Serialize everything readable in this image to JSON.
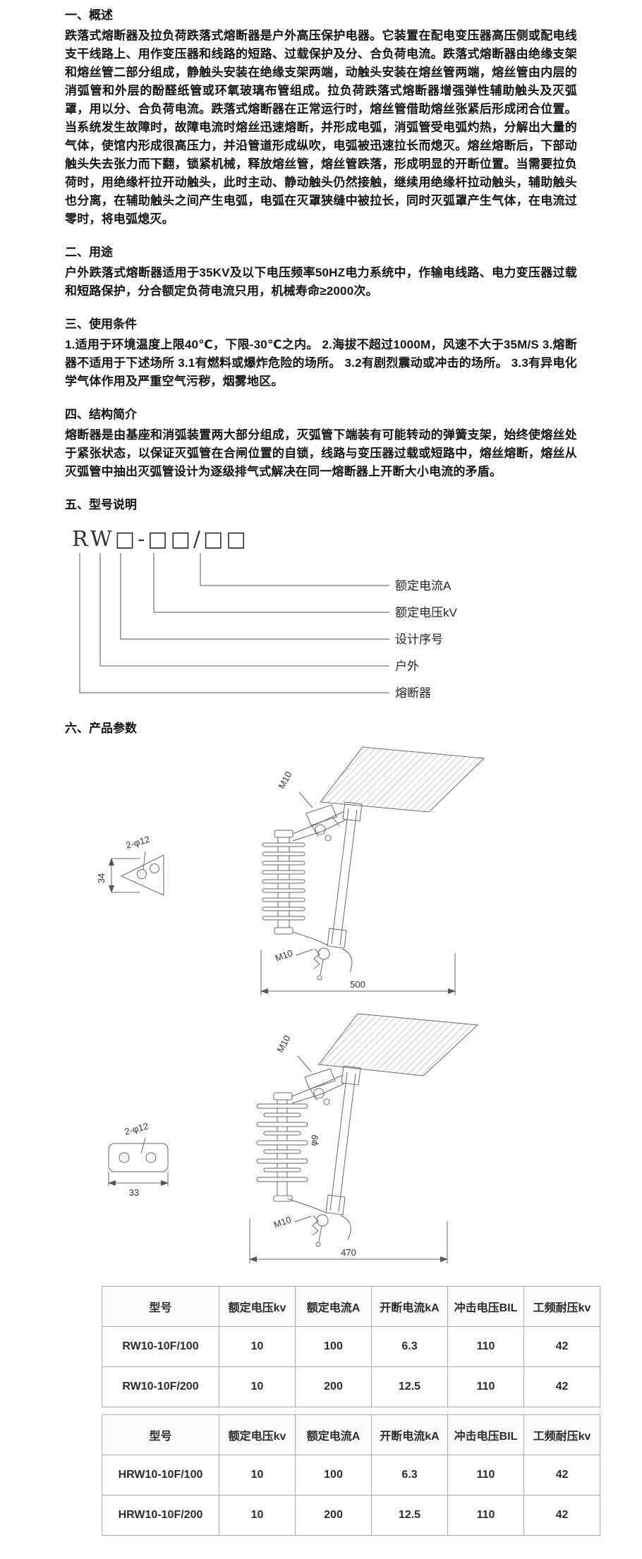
{
  "sections": {
    "overview": {
      "title": "一、概述",
      "body": "跌落式熔断器及拉负荷跌落式熔断器是户外高压保护电器。它装置在配电变压器高压侧或配电线支干线路上、用作变压器和线路的短路、过载保护及分、合负荷电流。跌落式熔断器由绝缘支架和熔丝管二部分组成，静触头安装在绝缘支架两端，动触头安装在熔丝管两端，熔丝管由内层的消弧管和外层的酚醛纸管或环氧玻璃布管组成。拉负荷跌落式熔断器增强弹性辅助触头及灭弧罩，用以分、合负荷电流。跌落式熔断器在正常运行时，熔丝管借助熔丝张紧后形成闭合位置。当系统发生故障时，故障电流时熔丝迅速熔断，并形成电弧，消弧管受电弧灼热，分解出大量的气体，使馆内形成很高压力，并沿管道形成纵吹，电弧被迅速拉长而熄灭。熔丝熔断后，下部动触头失去张力而下翻，锁紧机械，释放熔丝管，熔丝管跌落，形成明显的开断位置。当需要拉负荷时，用绝缘杆拉开动触头，此时主动、静动触头仍然接触，继续用绝缘杆拉动触头，辅助触头也分离，在辅助触头之间产生电弧，电弧在灭罩狭缝中被拉长，同时灭弧罩产生气体，在电流过零时，将电弧熄灭。"
    },
    "usage": {
      "title": "二、用途",
      "body": "户外跌落式熔断器适用于35KV及以下电压频率50HZ电力系统中，作输电线路、电力变压器过载和短路保护，分合额定负荷电流只用，机械寿命≥2000次。"
    },
    "conditions": {
      "title": "三、使用条件",
      "body": "1.适用于环境温度上限40℃，下限-30℃之内。 2.海拔不超过1000M，风速不大于35M/S 3.熔断器不适用于下述场所 3.1有燃料或爆炸危险的场所。 3.2有剧烈震动或冲击的场所。 3.3有异电化学气体作用及严重空气污秽，烟雾地区。"
    },
    "structure": {
      "title": "四、结构简介",
      "body": "熔断器是由基座和消弧装置两大部分组成，灭弧管下端装有可能转动的弹簧支架，始终使熔丝处于紧张状态，以保证灭弧管在合闸位置的自锁，线路与变压器过载或短路中，熔丝熔断，熔丝从灭弧管中抽出灭弧管设计为逐级排气式解决在同一熔断器上开断大小电流的矛盾。"
    },
    "model": {
      "title": "五、型号说明"
    },
    "params": {
      "title": "六、产品参数"
    }
  },
  "model_diagram": {
    "code": "RW□-□□/□□",
    "labels": [
      "额定电流A",
      "额定电压kV",
      "设计序号",
      "户外",
      "熔断器"
    ]
  },
  "drawing1": {
    "overall_width": "500",
    "holes_label": "2-φ12",
    "plate_dim": "34",
    "bolt_top": "M10",
    "bolt_bottom": "M10"
  },
  "drawing2": {
    "overall_width": "470",
    "holes_label": "2-φ12",
    "plate_dim": "33",
    "tube_dia": "φ9",
    "bolt_top": "M10",
    "bolt_bottom": "M10"
  },
  "tables": [
    {
      "headers": [
        "型号",
        "额定电压kv",
        "额定电流A",
        "开断电流kA",
        "冲击电压BIL",
        "工频耐压kv"
      ],
      "rows": [
        [
          "RW10-10F/100",
          "10",
          "100",
          "6.3",
          "110",
          "42"
        ],
        [
          "RW10-10F/200",
          "10",
          "200",
          "12.5",
          "110",
          "42"
        ]
      ]
    },
    {
      "headers": [
        "型号",
        "额定电压kv",
        "额定电流A",
        "开断电流kA",
        "冲击电压BIL",
        "工频耐压kv"
      ],
      "rows": [
        [
          "HRW10-10F/100",
          "10",
          "100",
          "6.3",
          "110",
          "42"
        ],
        [
          "HRW10-10F/200",
          "10",
          "200",
          "12.5",
          "110",
          "42"
        ]
      ]
    }
  ]
}
